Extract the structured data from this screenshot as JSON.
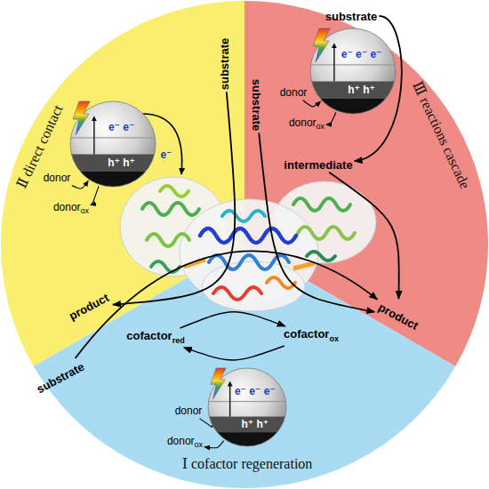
{
  "diagram": {
    "nodes": [
      {
        "text": [
          "Ⅱ direct contact"
        ]
      },
      {
        "text": [
          "substrate"
        ],
        "in": 0
      },
      {
        "text": [
          "e⁻ e⁻",
          "h⁺ h⁺"
        ],
        "in": 0
      },
      {
        "text": [
          "donor"
        ],
        "in": 0
      },
      {
        "text": [
          "donor",
          "ox"
        ],
        "in": 0
      },
      {
        "text": [
          "product"
        ],
        "in": 0
      },
      {
        "text": [
          "Ⅲ reactions cascade"
        ]
      },
      {
        "text": [
          "substrate"
        ],
        "in": 6
      },
      {
        "text": [
          "e⁻ e⁻ e⁻",
          "h⁺ h⁺"
        ],
        "in": 6
      },
      {
        "text": [
          "donor"
        ],
        "in": 6
      },
      {
        "text": [
          "donor",
          "ox"
        ],
        "in": 6
      },
      {
        "text": [
          "intermediate"
        ],
        "in": 6
      },
      {
        "text": [
          "substrate"
        ],
        "in": 6
      },
      {
        "text": [
          "product"
        ],
        "in": 6
      },
      {
        "text": [
          "Ⅰ cofactor regeneration"
        ]
      },
      {
        "text": [
          "substrate"
        ],
        "in": 14
      },
      {
        "text": [
          "cofactor",
          "red"
        ],
        "in": 14
      },
      {
        "text": [
          "cofactor",
          "ox"
        ],
        "in": 14
      },
      {
        "text": [
          "e⁻ e⁻ e⁻",
          "h⁺ h⁺"
        ],
        "in": 14
      },
      {
        "text": [
          "donor"
        ],
        "in": 14
      },
      {
        "text": [
          "donor",
          "ox"
        ],
        "in": 14
      }
    ],
    "edges": [
      {
        "from": 1,
        "to": 5,
        "arrow": "to"
      },
      {
        "from": 3,
        "to": 2,
        "arrow": "to"
      },
      {
        "from": 2,
        "to": 4,
        "arrow": "to"
      },
      {
        "from": 7,
        "to": 11,
        "arrow": "to"
      },
      {
        "from": 9,
        "to": 8,
        "arrow": "to"
      },
      {
        "from": 8,
        "to": 10,
        "arrow": "to"
      },
      {
        "from": 11,
        "to": 13,
        "arrow": "to"
      },
      {
        "from": 12,
        "to": 13,
        "arrow": "to"
      },
      {
        "from": 15,
        "to": 13,
        "arrow": "to"
      },
      {
        "from": 16,
        "to": 17,
        "arrow": "to"
      },
      {
        "from": 17,
        "to": 16,
        "arrow": "to"
      },
      {
        "from": 19,
        "to": 18,
        "arrow": "to"
      },
      {
        "from": 18,
        "to": 20,
        "arrow": "to"
      }
    ],
    "labels": [
      "e⁻"
    ]
  }
}
